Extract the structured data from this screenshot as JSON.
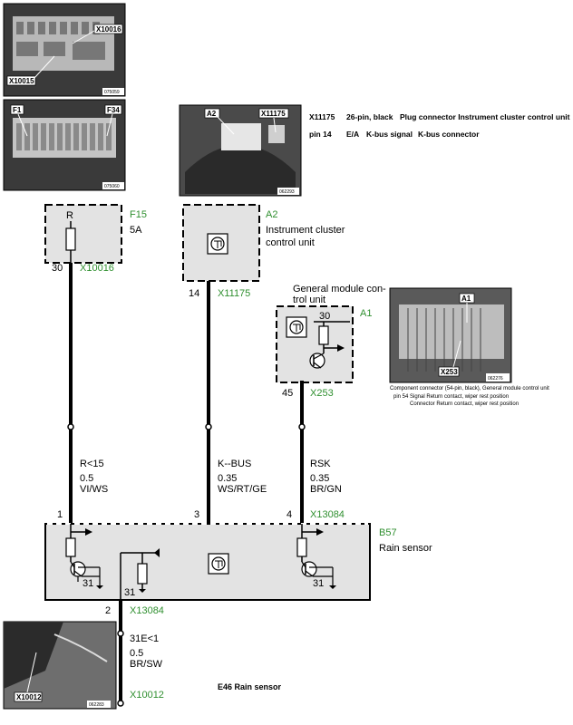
{
  "title": "E46 Rain sensor",
  "spec_table": {
    "row1": {
      "id": "X11175",
      "desc": "26-pin, black",
      "name": "Plug connector Instrument cluster control unit"
    },
    "row2": {
      "id": "pin 14",
      "type": "E/A",
      "signal": "K-bus signal",
      "name": "K-bus connector"
    }
  },
  "photos": {
    "p1": {
      "labels": [
        "X10016",
        "X10015"
      ],
      "code": "075059"
    },
    "p2": {
      "labels": [
        "F1",
        "F34"
      ],
      "code": "075060"
    },
    "p3": {
      "labels": [
        "A2",
        "X11175"
      ],
      "code": "062293"
    },
    "p4": {
      "labels": [
        "A1",
        "X253"
      ],
      "code": "062276",
      "caption": [
        "Component connector (54-pin, black), General module control unit",
        "pin 54 Signal Return contact, wiper rest position",
        "Connector Return contact, wiper rest position"
      ]
    },
    "p5": {
      "labels": [
        "X10012"
      ],
      "code": "062283"
    }
  },
  "components": {
    "f15": {
      "id": "F15",
      "rating": "5A",
      "pin_letter": "R"
    },
    "a2": {
      "id": "A2",
      "name": [
        "Instrument cluster",
        "control unit"
      ]
    },
    "a1": {
      "id": "A1",
      "name": [
        "General module con-",
        "trol unit"
      ],
      "pin_top": "30"
    },
    "b57": {
      "id": "B57",
      "name": "Rain sensor"
    }
  },
  "wires": {
    "w1": {
      "pin_top": "30",
      "conn_top": "X10016",
      "signal": "R<15",
      "size": "0.5",
      "color": "VI/WS",
      "pin_bottom": "1"
    },
    "w2": {
      "pin_top": "14",
      "conn_top": "X11175",
      "signal": "K--BUS",
      "size": "0.35",
      "color": "WS/RT/GE",
      "pin_bottom": "3"
    },
    "w3": {
      "pin_top": "45",
      "conn_top": "X253",
      "signal": "RSK",
      "size": "0.35",
      "color": "BR/GN",
      "pin_bottom": "4"
    },
    "w4": {
      "pin_top": "2",
      "conn_top": "X13084",
      "signal": "31E<1",
      "size": "0.5",
      "color": "BR/SW",
      "conn_bottom": "X10012"
    }
  },
  "b57_connector": "X13084",
  "ground_labels": [
    "31",
    "31",
    "31"
  ],
  "colors": {
    "accent": "#2f8f2f",
    "box_fill": "#e3e3e3",
    "line": "#000000"
  }
}
